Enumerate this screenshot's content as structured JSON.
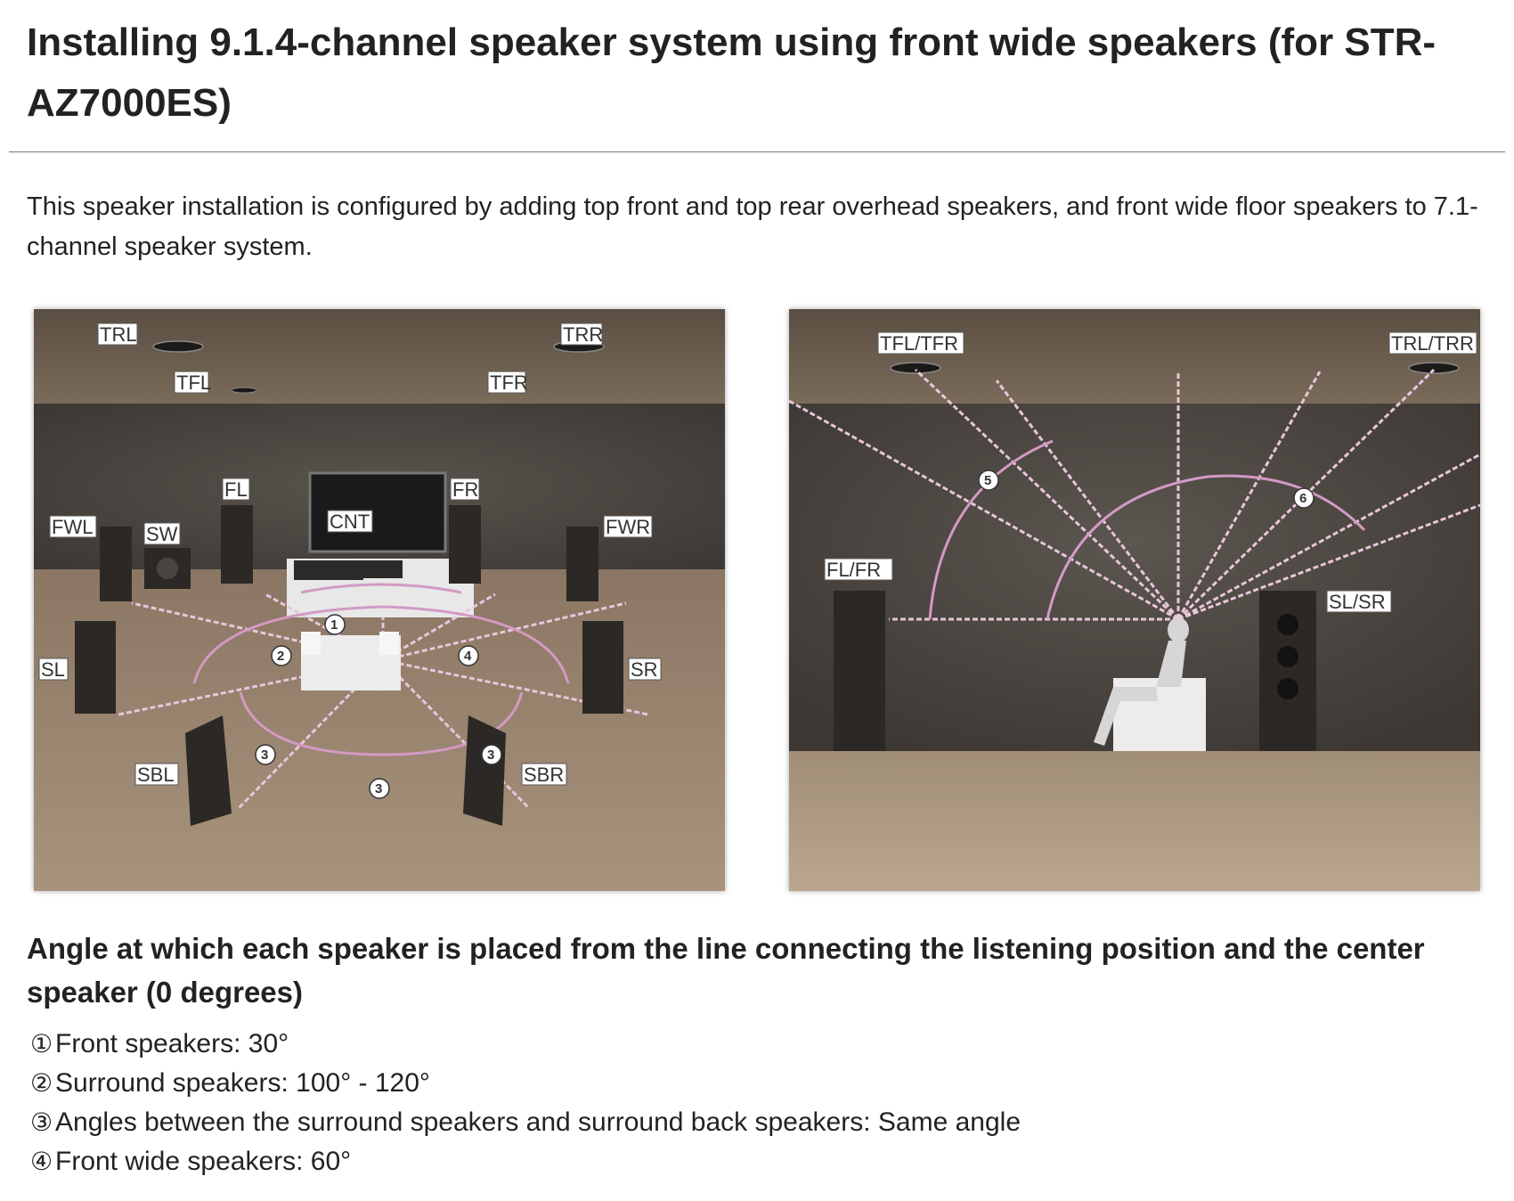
{
  "title": "Installing 9.1.4-channel speaker system using front wide speakers (for STR-AZ7000ES)",
  "intro": "This speaker installation is configured by adding top front and top rear overhead speakers, and front wide floor speakers to 7.1-channel speaker system.",
  "left_figure": {
    "labels": {
      "trl": "TRL",
      "trr": "TRR",
      "tfl": "TFL",
      "tfr": "TFR",
      "fl": "FL",
      "fr": "FR",
      "cnt": "CNT",
      "fwl": "FWL",
      "fwr": "FWR",
      "sw": "SW",
      "sl": "SL",
      "sr": "SR",
      "sbl": "SBL",
      "sbr": "SBR"
    },
    "markers": {
      "m1": "1",
      "m2": "2",
      "m3": "3",
      "m4": "4"
    }
  },
  "right_figure": {
    "labels": {
      "tfl_tfr": "TFL/TFR",
      "trl_trr": "TRL/TRR",
      "fl_fr": "FL/FR",
      "sl_sr": "SL/SR"
    },
    "markers": {
      "m5": "5",
      "m6": "6"
    }
  },
  "angle_section": {
    "heading": "Angle at which each speaker is placed from the line connecting the listening position and the center speaker (0 degrees)",
    "items": [
      {
        "marker": "①",
        "text": "Front speakers: 30°"
      },
      {
        "marker": "②",
        "text": "Surround speakers: 100° - 120°"
      },
      {
        "marker": "③",
        "text": "Angles between the surround speakers and surround back speakers: Same angle"
      },
      {
        "marker": "④",
        "text": "Front wide speakers: 60°"
      }
    ]
  },
  "colors": {
    "ceiling": "#6e604f",
    "wall": "#4b4540",
    "floor": "#9c8873",
    "guide": "#e9c6dc",
    "arc": "#d39ac4"
  }
}
